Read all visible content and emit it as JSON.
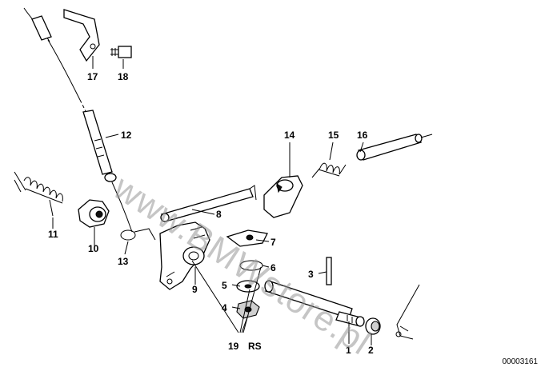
{
  "watermark": "www.BMWstore.pl",
  "diagram_id": "00003161",
  "callouts": {
    "n1": "1",
    "n2": "2",
    "n3": "3",
    "n4": "4",
    "n5": "5",
    "n6": "6",
    "n7": "7",
    "n8": "8",
    "n9": "9",
    "n10": "10",
    "n11": "11",
    "n12": "12",
    "n13": "13",
    "n14": "14",
    "n15": "15",
    "n16": "16",
    "n17": "17",
    "n18": "18",
    "n19": "19",
    "rs": "RS"
  }
}
